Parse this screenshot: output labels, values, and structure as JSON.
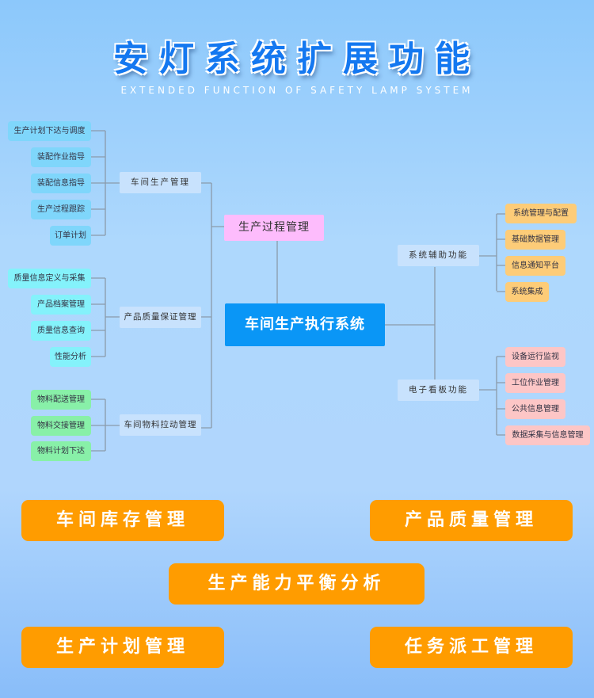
{
  "header": {
    "title": "安灯系统扩展功能",
    "subtitle": "EXTENDED FUNCTION OF SAFETY LAMP SYSTEM"
  },
  "diagram": {
    "core": "车间生产执行系统",
    "process": "生产过程管理",
    "left_groups": [
      {
        "label": "车间生产管理",
        "items": [
          "生产计划下达与调度",
          "装配作业指导",
          "装配信息指导",
          "生产过程跟踪",
          "订单计划"
        ],
        "color": "#7fd6fb"
      },
      {
        "label": "产品质量保证管理",
        "items": [
          "质量信息定义与采集",
          "产品档案管理",
          "质量信息查询",
          "性能分析"
        ],
        "color": "#84f2fb"
      },
      {
        "label": "车间物料拉动管理",
        "items": [
          "物料配送管理",
          "物料交接管理",
          "物料计划下达"
        ],
        "color": "#88f0a8"
      }
    ],
    "right_groups": [
      {
        "label": "系统辅助功能",
        "items": [
          "系统管理与配置",
          "基础数据管理",
          "信息通知平台",
          "系统集成"
        ],
        "color": "#fdcc78"
      },
      {
        "label": "电子看板功能",
        "items": [
          "设备运行监视",
          "工位作业管理",
          "公共信息管理",
          "数据采集与信息管理"
        ],
        "color": "#fdc6c6"
      }
    ]
  },
  "buttons": [
    "车间库存管理",
    "产品质量管理",
    "生产能力平衡分析",
    "生产计划管理",
    "任务派工管理"
  ]
}
